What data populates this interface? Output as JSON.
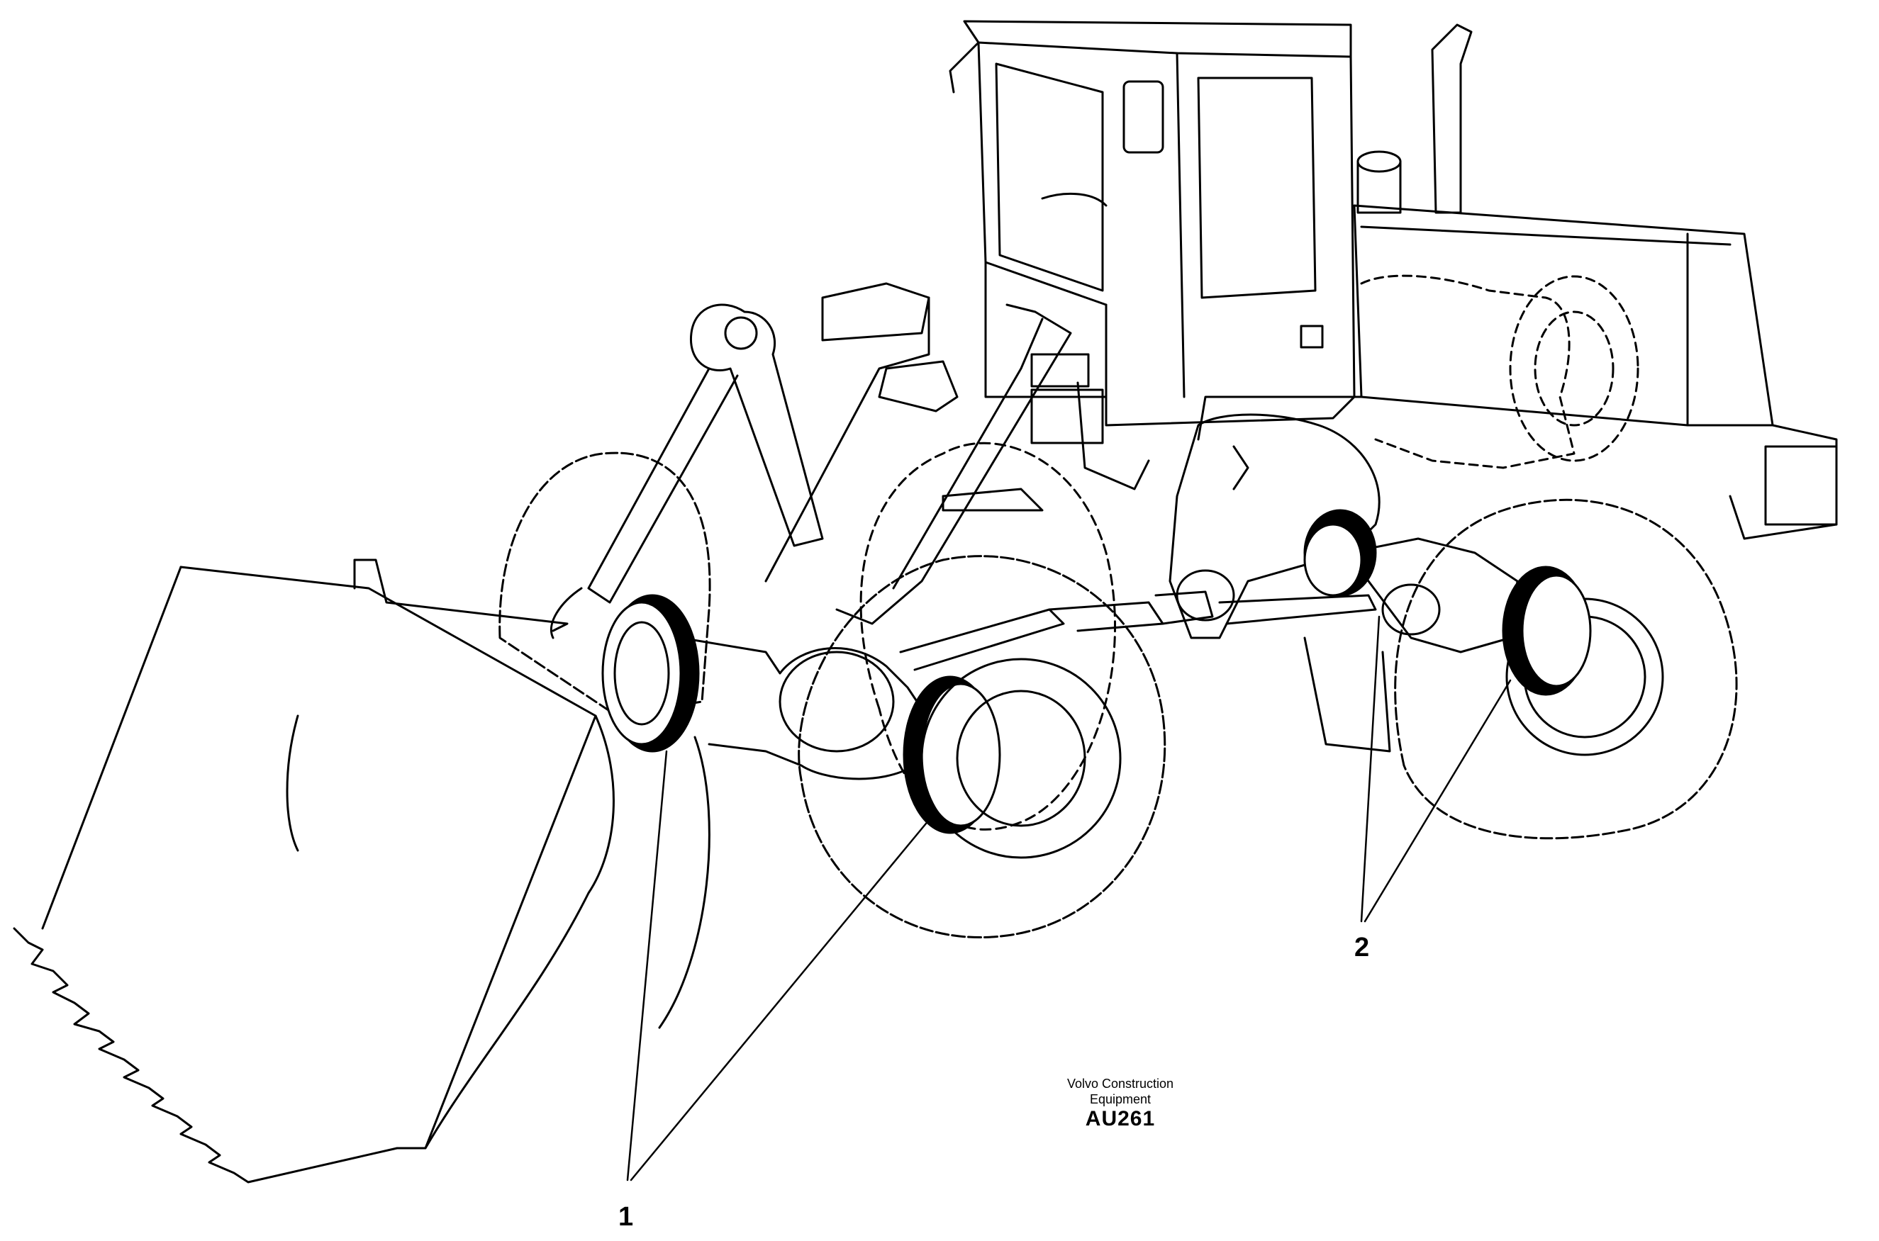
{
  "callouts": {
    "one": "1",
    "two": "2"
  },
  "credit": {
    "line1": "Volvo Construction",
    "line2": "Equipment",
    "code": "AU261"
  },
  "colors": {
    "line": "#000000",
    "background": "#ffffff"
  }
}
